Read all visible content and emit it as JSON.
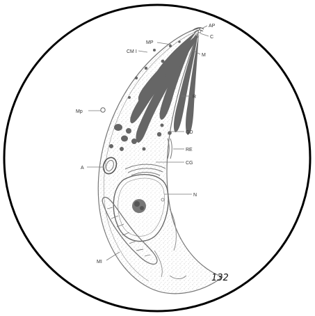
{
  "figure": {
    "number": "132",
    "colors": {
      "ring": "#000000",
      "line": "#777777",
      "organelle": "#666666",
      "label": "#333333",
      "background": "#ffffff"
    }
  },
  "labels": {
    "AP": "AP",
    "C": "C",
    "MP_top": "MP",
    "CMI": "CM I",
    "M": "M",
    "R": "R",
    "Mp": "Mp",
    "GD": "GD",
    "RE": "RE",
    "A": "A",
    "CG": "CG",
    "N": "N",
    "MI": "MI"
  }
}
